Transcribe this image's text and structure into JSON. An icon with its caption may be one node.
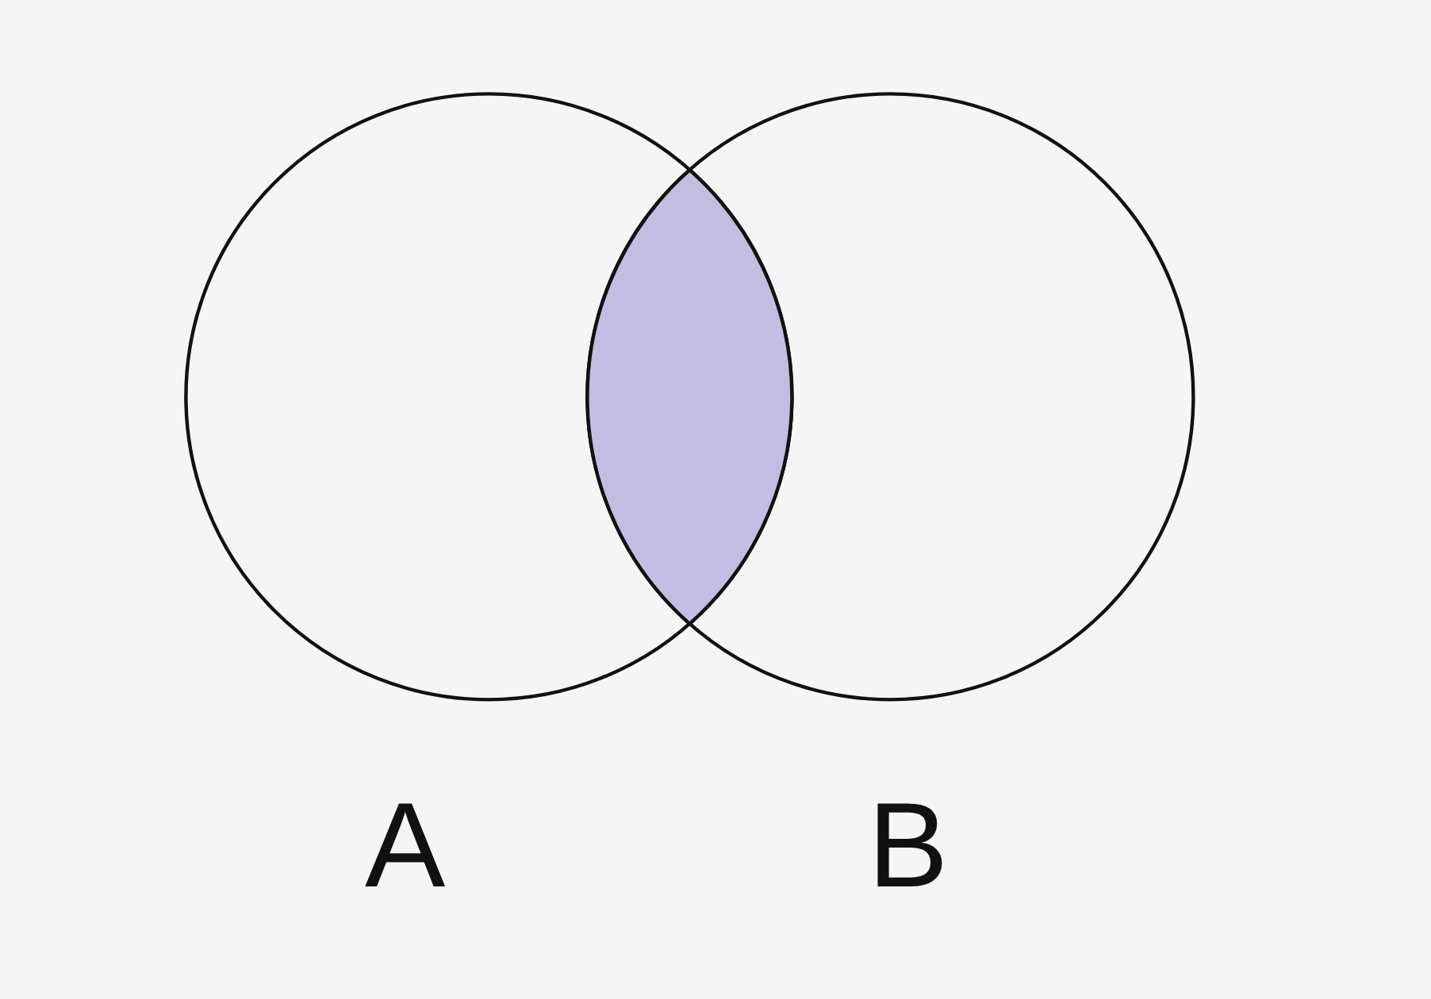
{
  "diagram": {
    "nodes": [
      {
        "text": [
          "A"
        ]
      },
      {
        "text": [
          "B"
        ]
      },
      {
        "text": [],
        "shape": "lens"
      }
    ]
  }
}
